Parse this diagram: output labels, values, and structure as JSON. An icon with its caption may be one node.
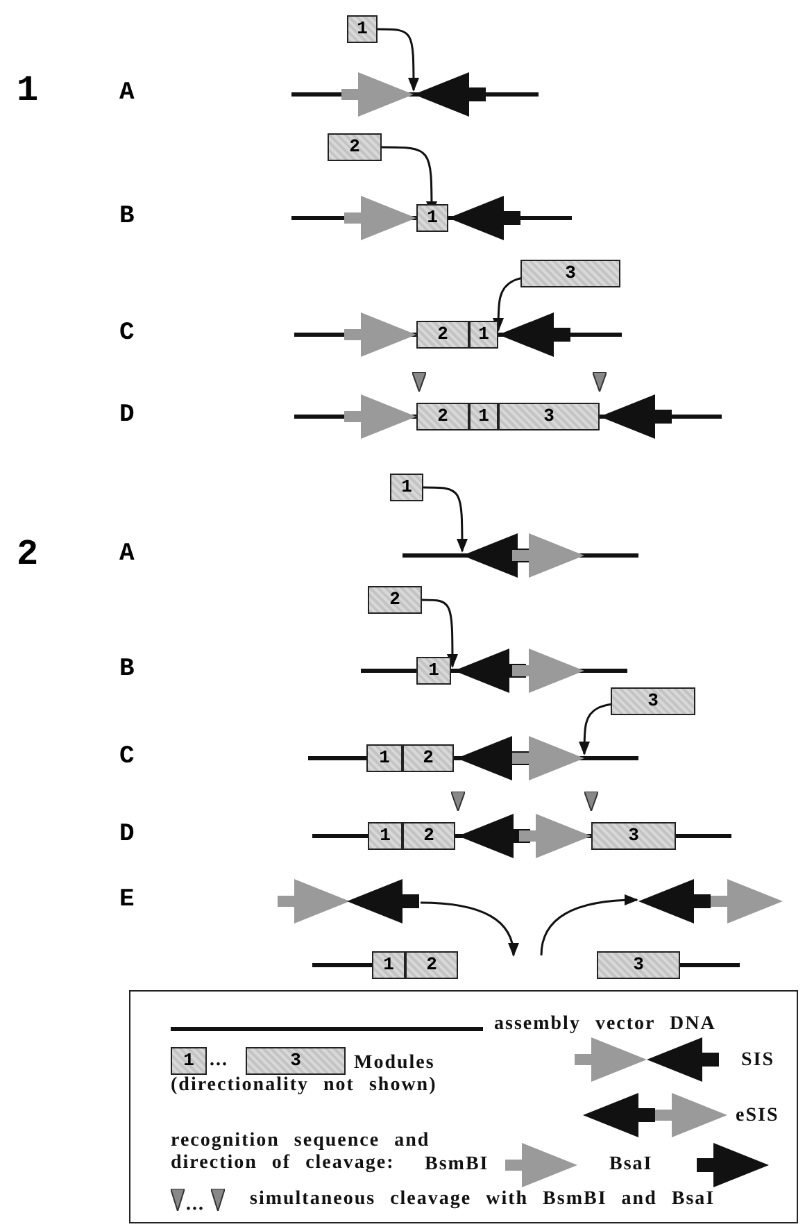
{
  "diagram": {
    "nodes": [
      {
        "text": [
          "1"
        ]
      },
      {
        "text": [],
        "shape": "picture"
      },
      {
        "text": [
          "2"
        ]
      },
      {
        "text": [],
        "shape": "picture"
      },
      {
        "text": [
          "1"
        ],
        "in": 3
      },
      {
        "text": [
          "3"
        ]
      },
      {
        "text": [],
        "shape": "picture"
      },
      {
        "text": [
          "2"
        ],
        "in": 6
      },
      {
        "text": [
          "1"
        ],
        "in": 6
      },
      {
        "text": [],
        "shape": "picture"
      },
      {
        "text": [
          "2"
        ],
        "in": 9
      },
      {
        "text": [
          "1"
        ],
        "in": 9
      },
      {
        "text": [
          "3"
        ],
        "in": 9
      },
      {
        "text": [
          "1"
        ]
      },
      {
        "text": [],
        "shape": "picture"
      },
      {
        "text": [
          "2"
        ]
      },
      {
        "text": [],
        "shape": "picture"
      },
      {
        "text": [
          "1"
        ],
        "in": 16
      },
      {
        "text": [
          "3"
        ]
      },
      {
        "text": [],
        "shape": "picture"
      },
      {
        "text": [
          "1"
        ],
        "in": 19
      },
      {
        "text": [
          "2"
        ],
        "in": 19
      },
      {
        "text": [],
        "shape": "picture"
      },
      {
        "text": [
          "1"
        ],
        "in": 22
      },
      {
        "text": [
          "2"
        ],
        "in": 22
      },
      {
        "text": [
          "3"
        ],
        "in": 22
      },
      {
        "text": [],
        "shape": "picture"
      },
      {
        "text": [],
        "shape": "picture"
      },
      {
        "text": [],
        "shape": "picture"
      },
      {
        "text": [
          "1"
        ],
        "in": 28
      },
      {
        "text": [
          "2"
        ],
        "in": 28
      },
      {
        "text": [],
        "shape": "picture"
      },
      {
        "text": [
          "3"
        ],
        "in": 31
      },
      {
        "text": [
          "1"
        ]
      },
      {
        "text": [
          "3"
        ]
      }
    ],
    "edges": [
      {
        "from": 0,
        "to": 1,
        "arrow": "to"
      },
      {
        "from": 2,
        "to": 3,
        "arrow": "to"
      },
      {
        "from": 5,
        "to": 6,
        "arrow": "to"
      },
      {
        "from": 13,
        "to": 14,
        "arrow": "to"
      },
      {
        "from": 15,
        "to": 16,
        "arrow": "to"
      },
      {
        "from": 18,
        "to": 19,
        "arrow": "to"
      },
      {
        "from": 26,
        "to": null,
        "arrow": "to"
      },
      {
        "from": null,
        "to": 27,
        "arrow": "to"
      }
    ],
    "labels": [
      "1",
      "A",
      "B",
      "C",
      "D",
      "2",
      "A",
      "B",
      "C",
      "D",
      "E",
      "...",
      "recognition sequence and direction of cleavage:",
      "..."
    ],
    "legend": [
      {
        "text": "assembly vector DNA"
      },
      {
        "text": "Modules (directionality not shown)"
      },
      {
        "text": "SIS"
      },
      {
        "text": "eSIS"
      },
      {
        "text": "BsmBI"
      },
      {
        "text": "BsaI"
      },
      {
        "text": "simultaneous cleavage with BsmBI and BsaI"
      }
    ]
  }
}
